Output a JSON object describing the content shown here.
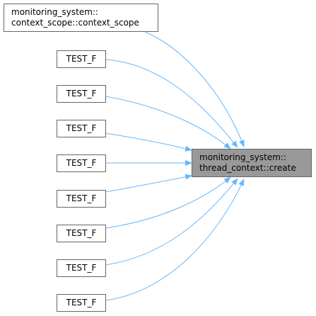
{
  "target": {
    "line1": "monitoring_system::",
    "line2": "thread_context::create"
  },
  "callers": [
    {
      "line1": "monitoring_system::",
      "line2": "context_scope::context_scope"
    },
    {
      "line1": "TEST_F"
    },
    {
      "line1": "TEST_F"
    },
    {
      "line1": "TEST_F"
    },
    {
      "line1": "TEST_F"
    },
    {
      "line1": "TEST_F"
    },
    {
      "line1": "TEST_F"
    },
    {
      "line1": "TEST_F"
    },
    {
      "line1": "TEST_F"
    }
  ],
  "colors": {
    "edge": "#63b8ff",
    "target_fill": "#999999",
    "node_border": "#666666"
  }
}
